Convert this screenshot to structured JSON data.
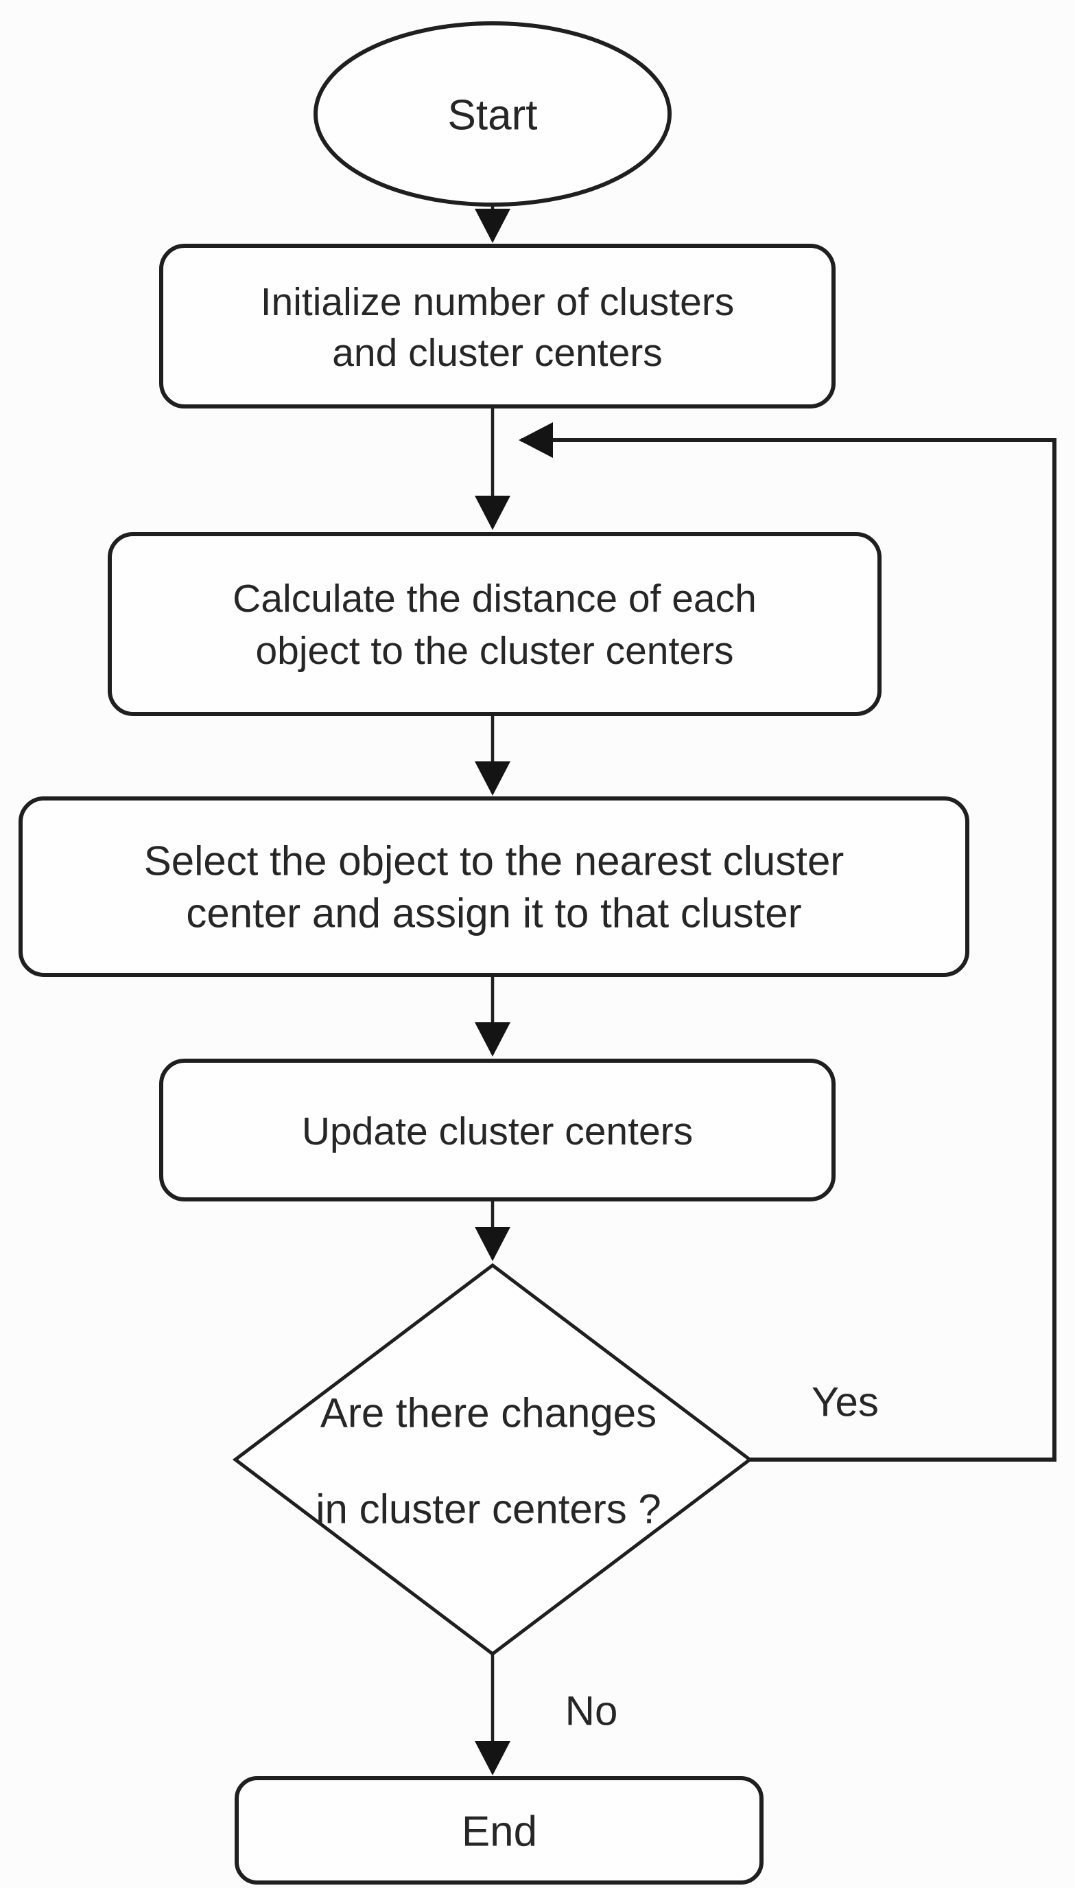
{
  "colors": {
    "stroke": "#1f1f1f",
    "text": "#262626",
    "shape_fill": "#fefefe",
    "background": "#fcfcfc"
  },
  "nodes": {
    "start": {
      "label": "Start"
    },
    "init": {
      "line1": "Initialize number of clusters",
      "line2": "and cluster centers"
    },
    "calc": {
      "line1": "Calculate the distance of each",
      "line2": "object to the cluster centers"
    },
    "select": {
      "line1": "Select the object to the nearest cluster",
      "line2": "center and assign it to that cluster"
    },
    "update": {
      "label": "Update cluster centers"
    },
    "decision": {
      "line1": "Are there changes",
      "line2": "in cluster centers ?"
    },
    "end": {
      "label": "End"
    }
  },
  "edges": {
    "yes_label": "Yes",
    "no_label": "No"
  }
}
